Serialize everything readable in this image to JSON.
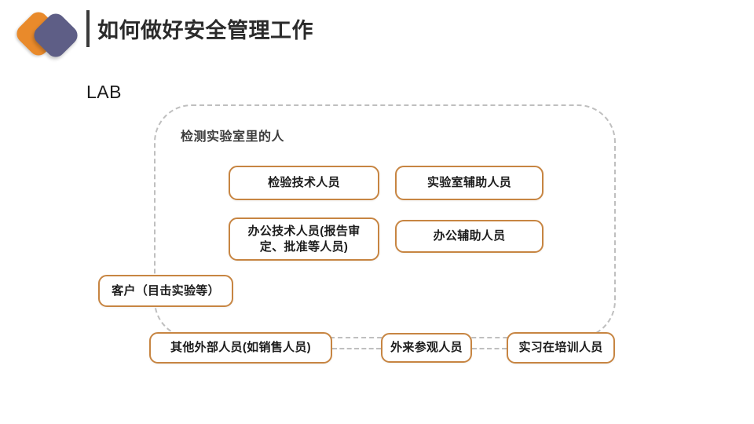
{
  "header": {
    "title": "如何做好安全管理工作",
    "logo": {
      "back_color": "#E98A2B",
      "front_color": "#5E5E86"
    },
    "rule_color": "#3A3A3A"
  },
  "section_label": "LAB",
  "zone": {
    "heading": "检测实验室里的人",
    "border_color": "#BFBFBF",
    "border_style": "dashed"
  },
  "node_style": {
    "border_color": "#C78542",
    "fill_color": "#FFFFFF",
    "text_color": "#1C1C1C"
  },
  "nodes": {
    "inspection_tech": "检验技术人员",
    "lab_assistant": "实验室辅助人员",
    "office_tech": "办公技术人员(报告审\n定、批准等人员)",
    "office_assistant": "办公辅助人员",
    "customer": "客户（目击实验等）",
    "other_external": "其他外部人员(如销售人员)",
    "visitor": "外来参观人员",
    "intern_trainee": "实习在培训人员"
  }
}
